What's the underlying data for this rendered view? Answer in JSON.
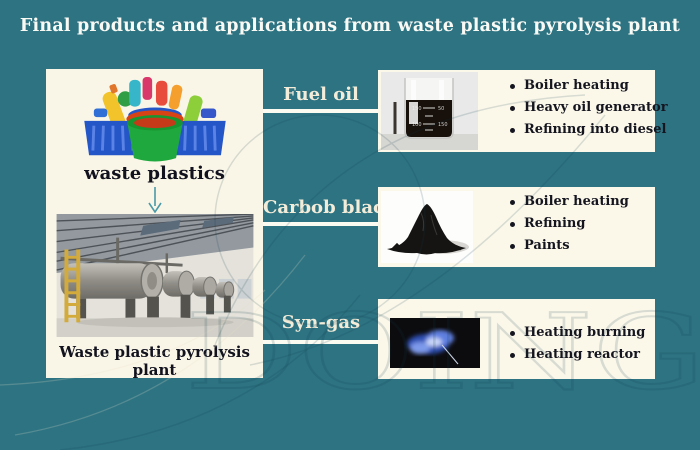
{
  "title": "Final products and applications from waste plastic pyrolysis plant",
  "source": {
    "input_label": "waste plastics",
    "arrow_icon": "down-arrow",
    "plant_label": "Waste plastic pyrolysis plant"
  },
  "products": [
    {
      "name": "Fuel oil",
      "image": "fuel-oil-beaker-photo",
      "applications": [
        "Boiler heating",
        "Heavy oil generator",
        "Refining into diesel"
      ]
    },
    {
      "name": "Carbob black",
      "image": "carbon-black-powder-photo",
      "applications": [
        "Boiler heating",
        "Refining",
        "Paints"
      ]
    },
    {
      "name": "Syn-gas",
      "image": "syngas-flame-photo",
      "applications": [
        "Heating burning",
        "Heating reactor"
      ]
    }
  ],
  "watermark_text": "DOING",
  "colors": {
    "background": "#2d7382",
    "panel": "#faf6e7",
    "box": "#fbf8ea",
    "section_label_text": "#f2ecd9",
    "dark_text": "#15151f",
    "title_text": "#fafaf5",
    "connector_line": "#fcfbf2"
  }
}
